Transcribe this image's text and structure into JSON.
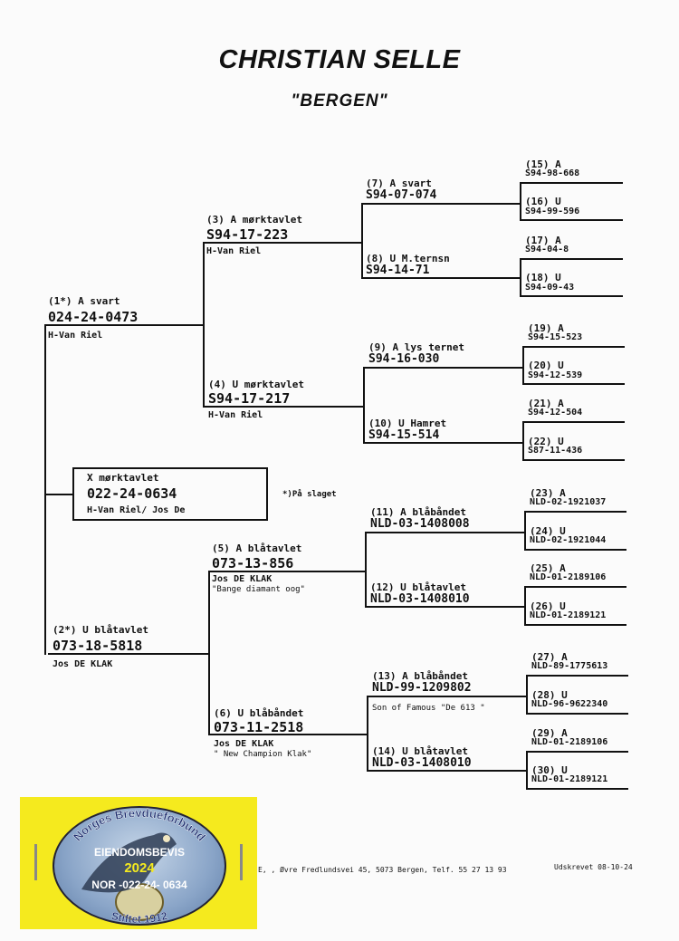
{
  "header": {
    "title": "CHRISTIAN SELLE",
    "subtitle": "\"BERGEN\""
  },
  "note": "*)På slaget",
  "pigeons": {
    "p1": {
      "label": "(1*) A svart",
      "ring": "024-24-0473",
      "info": "H-Van Riel"
    },
    "x": {
      "label": "X mørktavlet",
      "ring": "022-24-0634",
      "info": "H-Van Riel/ Jos De"
    },
    "p2": {
      "label": "(2*) U blåtavlet",
      "ring": "073-18-5818",
      "info": "Jos DE KLAK"
    },
    "p3": {
      "label": "(3) A mørktavlet",
      "ring": "S94-17-223",
      "info": "H-Van Riel"
    },
    "p4": {
      "label": "(4) U mørktavlet",
      "ring": "S94-17-217",
      "info": "H-Van Riel"
    },
    "p5": {
      "label": "(5) A blåtavlet",
      "ring": "073-13-856",
      "info": "Jos DE KLAK",
      "info2": "\"Bange diamant oog\""
    },
    "p6": {
      "label": "(6) U blåbåndet",
      "ring": "073-11-2518",
      "info": "Jos DE KLAK",
      "info2": "\" New Champion Klak\""
    },
    "p7": {
      "label": "(7) A svart",
      "ring": "S94-07-074"
    },
    "p8": {
      "label": "(8) U M.ternsn",
      "ring": "S94-14-71"
    },
    "p9": {
      "label": "(9) A lys ternet",
      "ring": "S94-16-030"
    },
    "p10": {
      "label": "(10) U Hamret",
      "ring": "S94-15-514"
    },
    "p11": {
      "label": "(11) A blåbåndet",
      "ring": "NLD-03-1408008"
    },
    "p12": {
      "label": "(12) U blåtavlet",
      "ring": "NLD-03-1408010"
    },
    "p13": {
      "label": "(13) A blåbåndet",
      "ring": "NLD-99-1209802",
      "info": "Son of Famous \"De 613 \""
    },
    "p14": {
      "label": "(14) U blåtavlet",
      "ring": "NLD-03-1408010"
    },
    "p15": {
      "label": "(15) A",
      "ring": "S94-98-668"
    },
    "p16": {
      "label": "(16) U",
      "ring": "S94-99-596"
    },
    "p17": {
      "label": "(17) A",
      "ring": "S94-04-8"
    },
    "p18": {
      "label": "(18) U",
      "ring": "S94-09-43"
    },
    "p19": {
      "label": "(19) A",
      "ring": "S94-15-523"
    },
    "p20": {
      "label": "(20) U",
      "ring": "S94-12-539"
    },
    "p21": {
      "label": "(21) A",
      "ring": "S94-12-504"
    },
    "p22": {
      "label": "(22) U",
      "ring": "S87-11-436"
    },
    "p23": {
      "label": "(23) A",
      "ring": "NLD-02-1921037"
    },
    "p24": {
      "label": "(24) U",
      "ring": "NLD-02-1921044"
    },
    "p25": {
      "label": "(25) A",
      "ring": "NLD-01-2189106"
    },
    "p26": {
      "label": "(26) U",
      "ring": "NLD-01-2189121"
    },
    "p27": {
      "label": "(27) A",
      "ring": "NLD-89-1775613"
    },
    "p28": {
      "label": "(28) U",
      "ring": "NLD-96-9622340"
    },
    "p29": {
      "label": "(29) A",
      "ring": "NLD-01-2189106"
    },
    "p30": {
      "label": "(30) U",
      "ring": "NLD-01-2189121"
    }
  },
  "footer": {
    "address": "E, , Øvre Fredlundsvei 45, 5073 Bergen, Telf. 55 27 13 93",
    "printed": "Udskrevet 08-10-24"
  },
  "sticker": {
    "org": "Norges Brevdueforbund",
    "title": "EIENDOMSBEVIS",
    "year": "2024",
    "ring": "NOR -022-24- 0634",
    "founded": "Stiftet 1912",
    "colors": {
      "background": "#f5ea1e",
      "oval": "#8aa5c8",
      "year": "#f5ea1e"
    }
  }
}
